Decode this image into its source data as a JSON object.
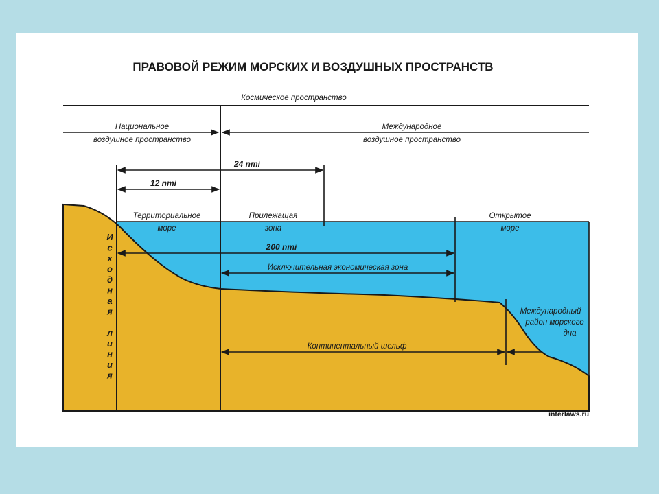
{
  "title": "ПРАВОВОЙ РЕЖИМ МОРСКИХ И ВОЗДУШНЫХ ПРОСТРАНСТВ",
  "space": {
    "outer": "Космическое пространство"
  },
  "air": {
    "national_line1": "Национальное",
    "national_line2": "воздушное пространство",
    "international_line1": "Международное",
    "international_line2": "воздушное пространство"
  },
  "distances": {
    "d24": "24 nmi",
    "d12": "12 nmi",
    "d200": "200 nmi"
  },
  "zones": {
    "territorial_line1": "Территориальное",
    "territorial_line2": "море",
    "contiguous_line1": "Прилежащая",
    "contiguous_line2": "зона",
    "open_line1": "Открытое",
    "open_line2": "море",
    "eez": "Исключительная экономическая зона",
    "shelf": "Континентальный шельф",
    "seabed_line1": "Международный",
    "seabed_line2": "район морского",
    "seabed_line3": "дна"
  },
  "baseline_letters": [
    "И",
    "с",
    "х",
    "о",
    "д",
    "н",
    "а",
    "я",
    "",
    "л",
    "и",
    "н",
    "и",
    "я"
  ],
  "source": "interlaws.ru",
  "colors": {
    "sea": "#3cbde9",
    "land": "#e8b32a",
    "frame": "#b5dde6",
    "ink": "#1a1a1a"
  }
}
